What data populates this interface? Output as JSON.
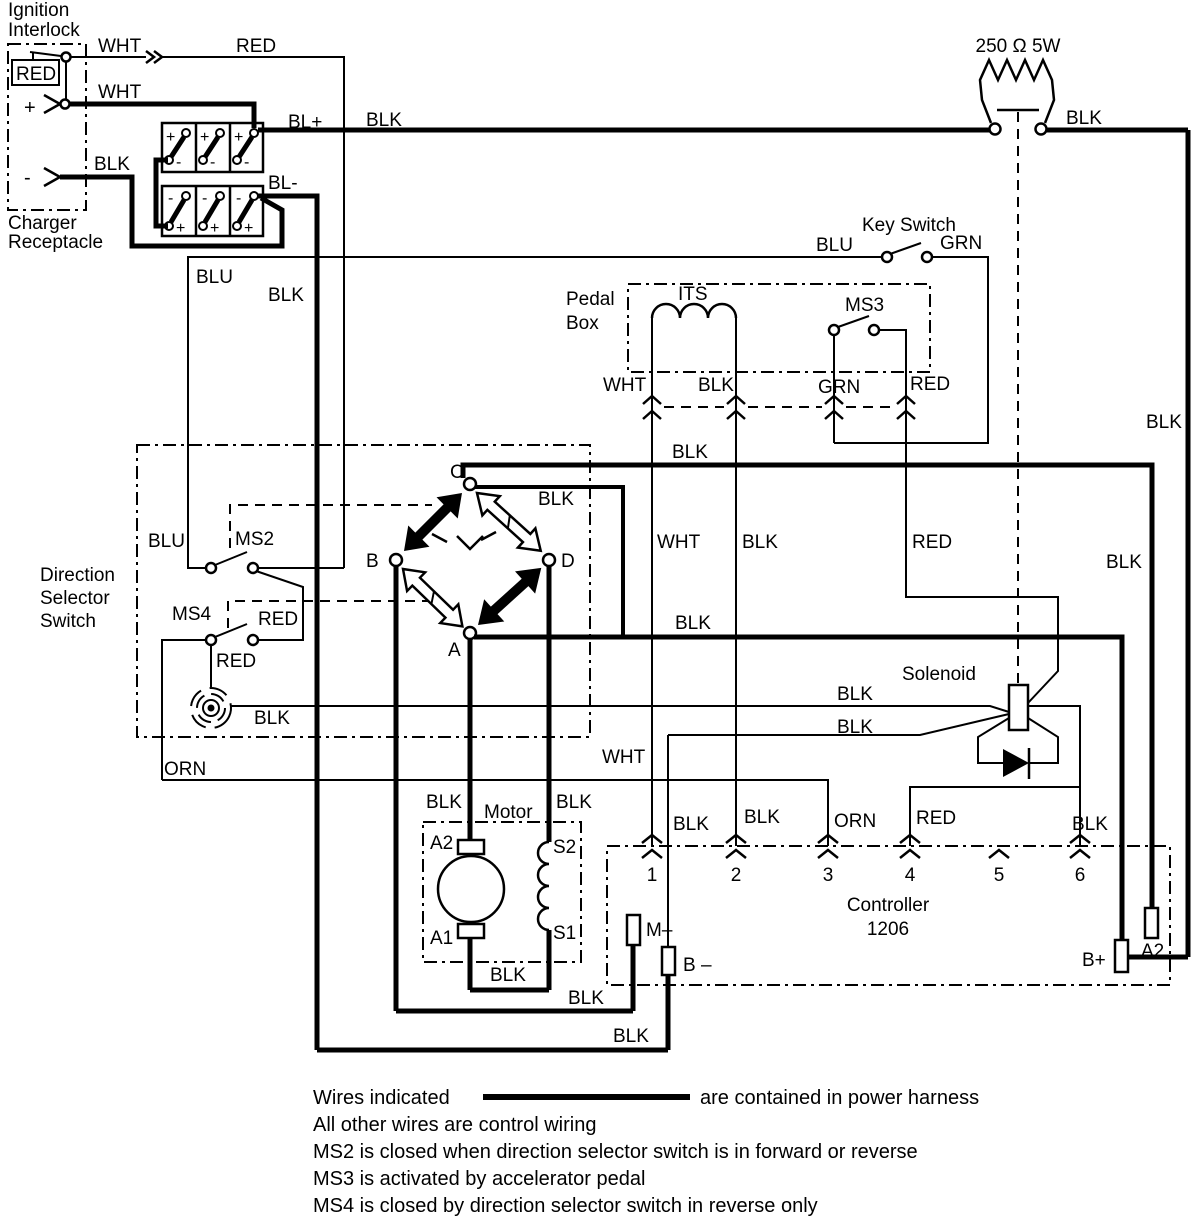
{
  "colors": {
    "ink": "#000000",
    "paper": "#ffffff"
  },
  "ignition_interlock": {
    "title1": "Ignition",
    "title2": "Interlock",
    "red": "RED",
    "wht": "WHT",
    "red_top": "RED"
  },
  "charger": {
    "title1": "Charger",
    "title2": "Receptacle",
    "plus": "+",
    "minus": "-",
    "wht": "WHT",
    "blk": "BLK"
  },
  "battery": {
    "bl_plus": "BL+",
    "blk": "BLK",
    "bl_minus": "BL-",
    "plus": "+",
    "minus": "-"
  },
  "resistor": {
    "value": "250 Ω 5W",
    "blk": "BLK"
  },
  "key_switch": {
    "title": "Key Switch",
    "blu": "BLU",
    "grn": "GRN"
  },
  "left_wires": {
    "blu": "BLU",
    "blk": "BLK"
  },
  "pedal_box": {
    "title1": "Pedal",
    "title2": "Box",
    "its": "ITS",
    "ms3": "MS3",
    "wht": "WHT",
    "blk": "BLK",
    "grn": "GRN",
    "red": "RED"
  },
  "mid_wires": {
    "wht": "WHT",
    "blk": "BLK",
    "red": "RED",
    "blk_c": "BLK",
    "blk_a": "BLK",
    "blk_right": "BLK",
    "blk_far_right": "BLK"
  },
  "dss": {
    "title1": "Direction",
    "title2": "Selector",
    "title3": "Switch",
    "blu": "BLU",
    "ms2": "MS2",
    "ms4": "MS4",
    "red1": "RED",
    "red2": "RED",
    "blk_buzzer": "BLK",
    "orn": "ORN",
    "a": "A",
    "b": "B",
    "c": "C",
    "d": "D",
    "blk_c_line": "BLK"
  },
  "solenoid": {
    "title": "Solenoid",
    "blk1": "BLK",
    "blk2": "BLK"
  },
  "motor": {
    "title": "Motor",
    "a1": "A1",
    "a2": "A2",
    "s1": "S1",
    "s2": "S2",
    "blk_left": "BLK",
    "blk_right": "BLK",
    "blk_bottom": "BLK"
  },
  "controller": {
    "title": "Controller",
    "model": "1206",
    "t1": "1",
    "t2": "2",
    "t3": "3",
    "t4": "4",
    "t5": "5",
    "t6": "6",
    "m_minus": "M–",
    "b_minus": "B –",
    "b_plus": "B+",
    "a2": "A2",
    "wht": "WHT",
    "blk1": "BLK",
    "blk2": "BLK",
    "orn": "ORN",
    "red": "RED",
    "blk6": "BLK",
    "blk_m": "BLK",
    "blk_b": "BLK"
  },
  "legend": {
    "l1a": "Wires indicated",
    "l1b": "are contained in power harness",
    "l2": "All other wires are control wiring",
    "l3": "MS2 is closed when direction selector switch is in forward or reverse",
    "l4": "MS3 is activated by accelerator pedal",
    "l5": "MS4 is closed by direction selector switch in reverse only"
  }
}
